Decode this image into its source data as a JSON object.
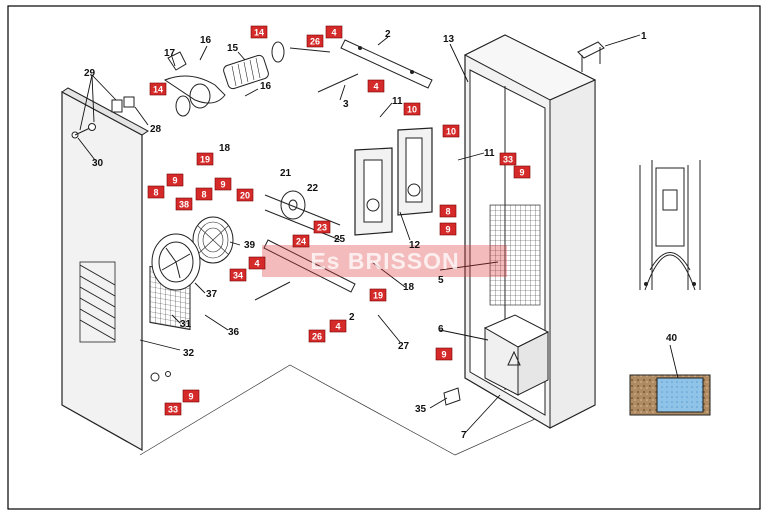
{
  "watermark": {
    "text": "Es BRISSON"
  },
  "labels_black": [
    "1",
    "2",
    "13",
    "16",
    "17",
    "15",
    "16",
    "29",
    "28",
    "30",
    "3",
    "11",
    "11",
    "18",
    "21",
    "22",
    "25",
    "12",
    "39",
    "5",
    "18",
    "37",
    "2",
    "31",
    "6",
    "36",
    "27",
    "32",
    "35",
    "7",
    "40"
  ],
  "red_tags": [
    {
      "text": "14"
    },
    {
      "text": "14"
    },
    {
      "text": "26"
    },
    {
      "text": "4"
    },
    {
      "text": "4"
    },
    {
      "text": "10"
    },
    {
      "text": "10"
    },
    {
      "text": "33"
    },
    {
      "text": "9"
    },
    {
      "text": "19"
    },
    {
      "text": "8"
    },
    {
      "text": "9"
    },
    {
      "text": "38"
    },
    {
      "text": "8"
    },
    {
      "text": "9"
    },
    {
      "text": "20"
    },
    {
      "text": "23"
    },
    {
      "text": "24"
    },
    {
      "text": "34"
    },
    {
      "text": "4"
    },
    {
      "text": "19"
    },
    {
      "text": "8"
    },
    {
      "text": "9"
    },
    {
      "text": "26"
    },
    {
      "text": "4"
    },
    {
      "text": "9"
    },
    {
      "text": "33"
    },
    {
      "text": "9"
    }
  ],
  "colors": {
    "tag_red": "#d42a2a",
    "insulation_brown": "#b08a60",
    "insulation_blue": "#8fc3e8"
  }
}
